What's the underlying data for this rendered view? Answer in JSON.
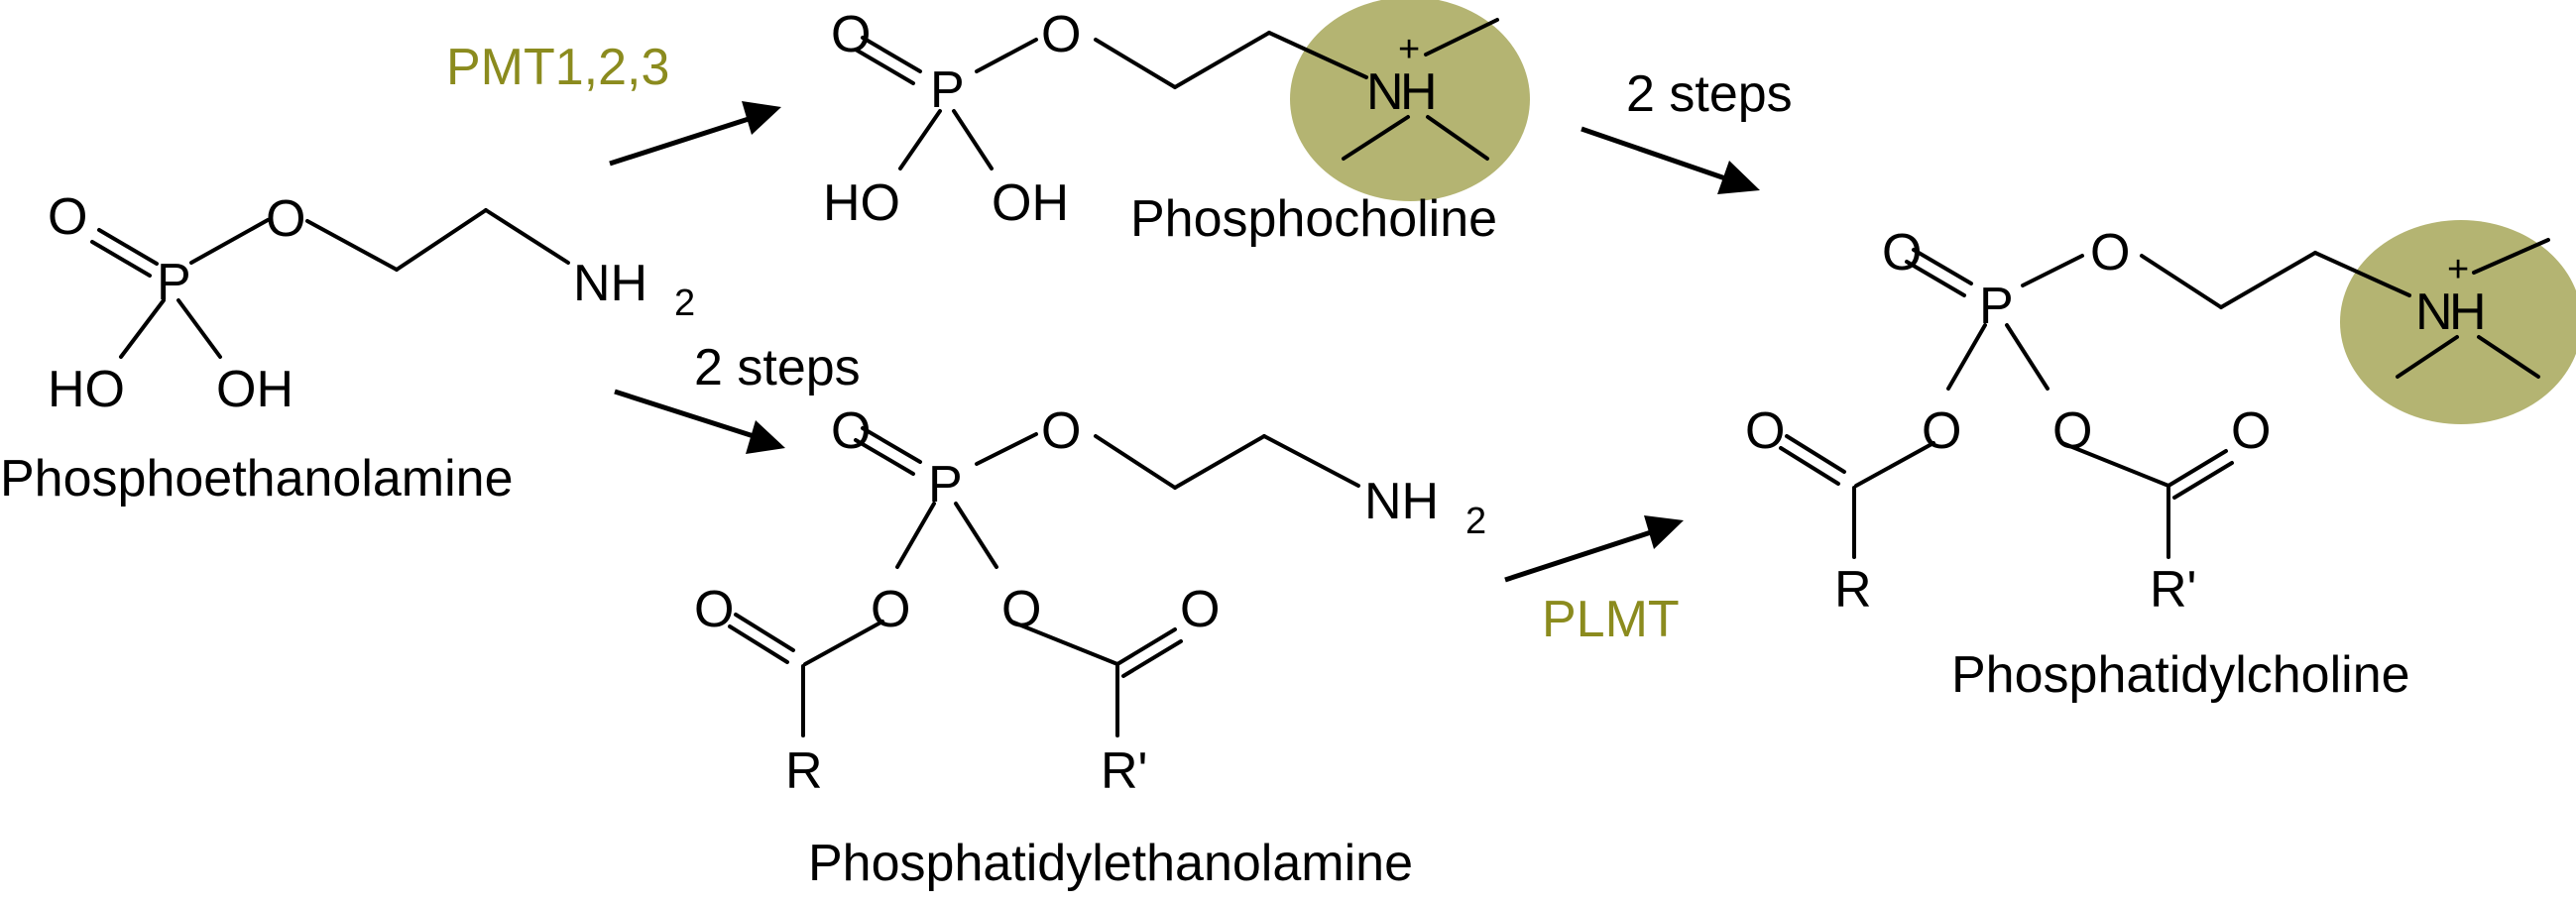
{
  "colors": {
    "enzyme": "#8b8b1e",
    "highlight": "#b4b472",
    "ink": "#000000"
  },
  "atoms": {
    "O": "O",
    "P": "P",
    "HO": "HO",
    "OH": "OH",
    "N": "N",
    "H": "H",
    "NH": "NH",
    "two": "2",
    "plus": "+",
    "R": "R",
    "Rp": "R'"
  },
  "labels": {
    "phosphoethanolamine": "Phosphoethanolamine",
    "phosphocholine": "Phosphocholine",
    "phosphatidylethanolamine": "Phosphatidylethanolamine",
    "phosphatidylcholine": "Phosphatidylcholine"
  },
  "steps": {
    "pmt": "PMT1,2,3",
    "plmt": "PLMT",
    "two_steps_a": "2 steps",
    "two_steps_b": "2 steps"
  }
}
